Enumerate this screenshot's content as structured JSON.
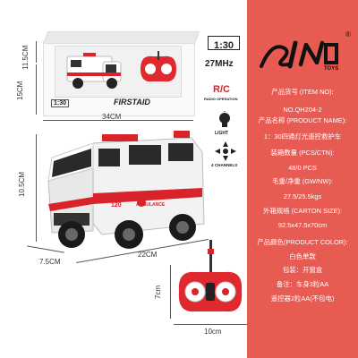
{
  "brand": {
    "logo_text": "SINO",
    "logo_sub": "TOYS",
    "registered": "®"
  },
  "dimensions": {
    "box_height": "11.5CM",
    "box_depth": "15CM",
    "box_width": "34CM",
    "car_height": "10.5CM",
    "car_width": "7.5CM",
    "car_length": "22CM",
    "remote_height": "7cm",
    "remote_width": "10cm"
  },
  "features": {
    "scale": "1:30",
    "frequency": "27MHz",
    "rc_label": "R/C",
    "rc_sub": "RADIO OPERATION",
    "light_label": "LIGHT",
    "channels_label": "4 CHANNELS"
  },
  "box_label": {
    "title": "FIRSTAID"
  },
  "car": {
    "side_number": "120",
    "side_text": "AMBULANCE"
  },
  "specs": [
    "产品货号 (ITEM NO):",
    "NO.QH204-2",
    "产品名称 (PRODUCT NAME):",
    "1：30四通灯光遥控救护车",
    "装箱数量 (PCS/CTN):",
    "48/0 PCS",
    "毛重/净重 (GW/NW):",
    "27.5/25.5kgs",
    "外箱规格 (CARTON SIZE):",
    "92.5x47.5x70cm",
    "产品颜色(PRODUCT COLOR):",
    "白色单款",
    "包装：开窗盒",
    "备注：车身3粒AA",
    "遥控器2粒AA(不包电)"
  ],
  "colors": {
    "panel": "#e85b53",
    "ambulance_red": "#d8232a",
    "remote_red": "#e0282f"
  }
}
